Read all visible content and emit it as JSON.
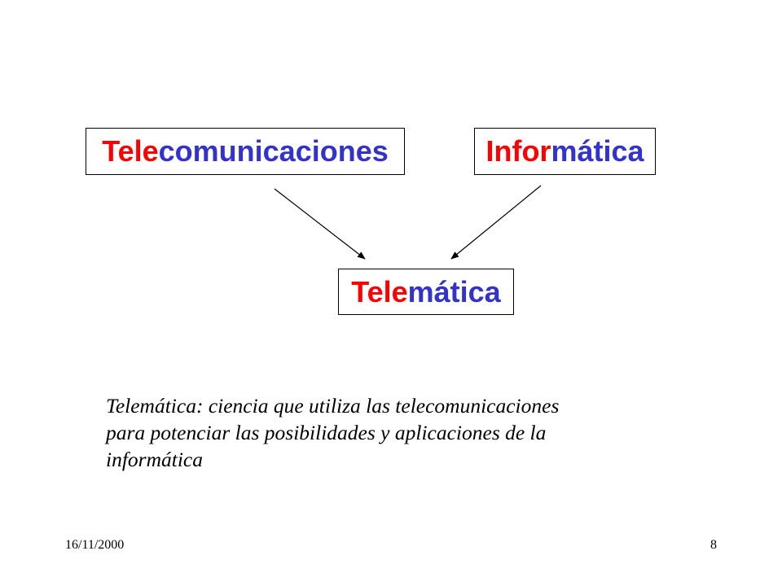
{
  "colors": {
    "red": "#ff0000",
    "blue": "#3333cc",
    "line": "#000000"
  },
  "boxes": {
    "telecomunicaciones": {
      "part1": "Tele",
      "part2": "comunicaciones"
    },
    "informatica": {
      "part1": "Infor",
      "part2": "mática"
    },
    "telematica": {
      "part1": "Tele",
      "part2": "mática"
    }
  },
  "definition": {
    "line1": "Telemática: ciencia que utiliza las telecomunicaciones",
    "line2": "para potenciar las posibilidades y aplicaciones de la",
    "line3": "informática"
  },
  "footer": {
    "date": "16/11/2000",
    "page": "8"
  }
}
